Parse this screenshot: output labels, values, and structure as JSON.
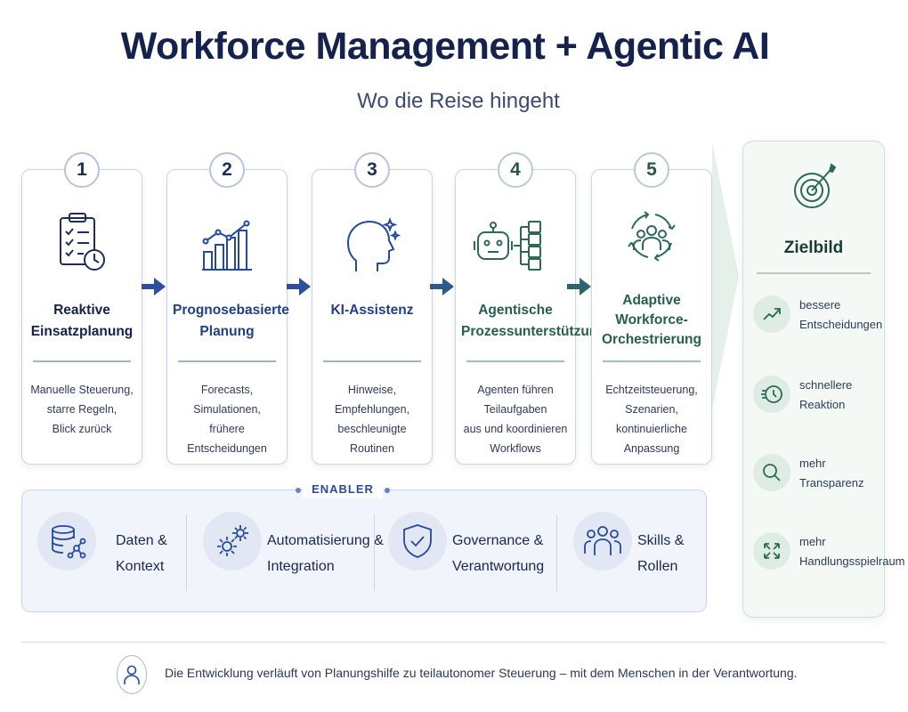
{
  "title": "Workforce Management + Agentic AI",
  "subtitle": "Wo die Reise hingeht",
  "stages": [
    {
      "number": "1",
      "title_line1": "Reaktive",
      "title_line2": "Einsatzplanung",
      "title_line3": "",
      "desc_line1": "Manuelle Steuerung,",
      "desc_line2": "starre Regeln,",
      "desc_line3": "Blick zurück",
      "icon": "clipboard-clock-icon"
    },
    {
      "number": "2",
      "title_line1": "Prognosebasierte",
      "title_line2": "Planung",
      "title_line3": "",
      "desc_line1": "Forecasts,",
      "desc_line2": "Simulationen,",
      "desc_line3": "frühere Entscheidungen",
      "icon": "bar-chart-trend-icon"
    },
    {
      "number": "3",
      "title_line1": "KI-Assistenz",
      "title_line2": "",
      "title_line3": "",
      "desc_line1": "Hinweise,",
      "desc_line2": "Empfehlungen,",
      "desc_line3": "beschleunigte Routinen",
      "icon": "head-sparkle-icon"
    },
    {
      "number": "4",
      "title_line1": "Agentische",
      "title_line2": "Prozessunterstützung",
      "title_line3": "",
      "desc_line1": "Agenten führen Teilaufgaben",
      "desc_line2": "aus und koordinieren",
      "desc_line3": "Workflows",
      "icon": "robot-workflow-icon"
    },
    {
      "number": "5",
      "title_line1": "Adaptive",
      "title_line2": "Workforce-",
      "title_line3": "Orchestrierung",
      "desc_line1": "Echtzeitsteuerung,",
      "desc_line2": "Szenarien,",
      "desc_line3": "kontinuierliche Anpassung",
      "icon": "team-cycle-icon"
    }
  ],
  "enabler": {
    "label": "ENABLER",
    "items": [
      {
        "line1": "Daten &",
        "line2": "Kontext",
        "icon": "database-network-icon"
      },
      {
        "line1": "Automatisierung &",
        "line2": "Integration",
        "icon": "gears-icon"
      },
      {
        "line1": "Governance &",
        "line2": "Verantwortung",
        "icon": "shield-check-icon"
      },
      {
        "line1": "Skills &",
        "line2": "Rollen",
        "icon": "people-group-icon"
      }
    ]
  },
  "goal": {
    "title": "Zielbild",
    "icon": "target-arrow-icon",
    "items": [
      {
        "line1": "bessere",
        "line2": "Entscheidungen",
        "icon": "trend-up-icon"
      },
      {
        "line1": "schnellere",
        "line2": "Reaktion",
        "icon": "clock-speed-icon"
      },
      {
        "line1": "mehr",
        "line2": "Transparenz",
        "icon": "magnifier-icon"
      },
      {
        "line1": "mehr",
        "line2": "Handlungsspielraum",
        "icon": "expand-arrows-icon"
      }
    ]
  },
  "footer": {
    "text": "Die Entwicklung verläuft von Planungshilfe zu teilautonomer Steuerung – mit dem Menschen in der Verantwortung.",
    "icon": "person-icon"
  },
  "colors": {
    "navy": "#14224d",
    "blue": "#1f3f8a",
    "green": "#23604e",
    "arrow": "#2c4f9e"
  }
}
